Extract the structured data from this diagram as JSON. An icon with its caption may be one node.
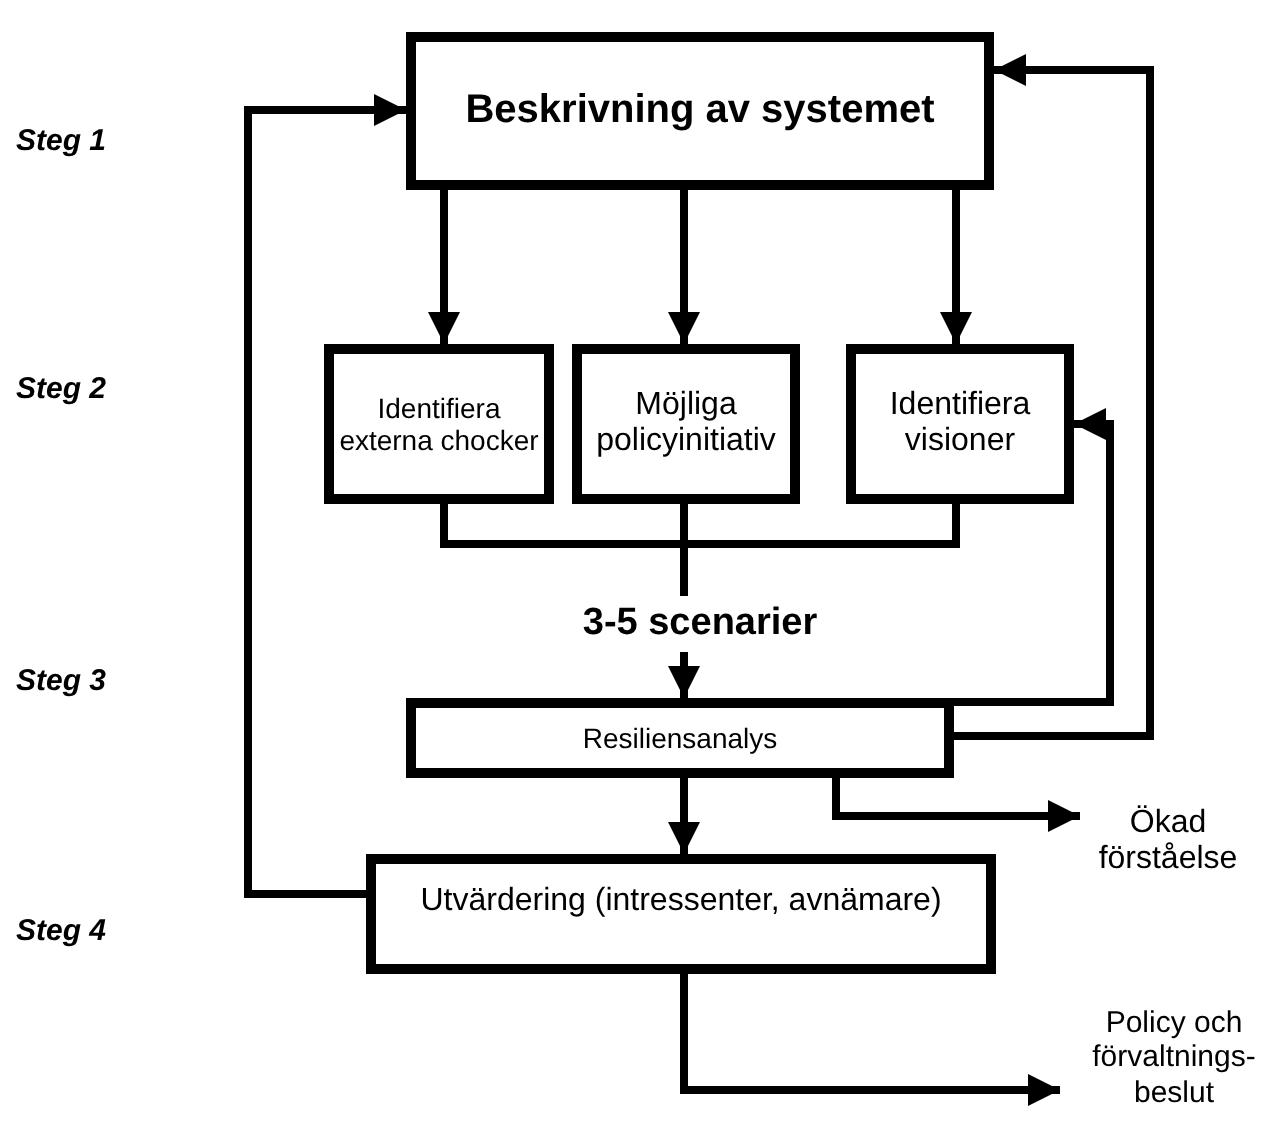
{
  "diagram": {
    "nodes": [
      {
        "text": [
          "Beskrivning av systemet"
        ]
      },
      {
        "text": [
          "Identifiera externa chocker"
        ]
      },
      {
        "text": [
          "Möjliga policyinitiativ"
        ]
      },
      {
        "text": [
          "Identifiera visioner"
        ]
      },
      {
        "text": [
          "3-5 scenarier"
        ]
      },
      {
        "text": [
          "Resiliensanalys"
        ]
      },
      {
        "text": [
          "Utvärdering (intressenter, avnämare)"
        ]
      },
      {
        "text": [
          "Ökad förståelse"
        ]
      },
      {
        "text": [
          "Policy och förvaltnings-beslut"
        ]
      }
    ],
    "edges": [
      {
        "from": 0,
        "to": 1,
        "arrow": "to"
      },
      {
        "from": 0,
        "to": 2,
        "arrow": "to"
      },
      {
        "from": 0,
        "to": 3,
        "arrow": "to"
      },
      {
        "from": 1,
        "to": 4,
        "arrow": "none"
      },
      {
        "from": 2,
        "to": 4,
        "arrow": "none"
      },
      {
        "from": 3,
        "to": 4,
        "arrow": "none"
      },
      {
        "from": 4,
        "to": 5,
        "arrow": "to"
      },
      {
        "from": 5,
        "to": 6,
        "arrow": "to"
      },
      {
        "from": 5,
        "to": 3,
        "arrow": "to"
      },
      {
        "from": 5,
        "to": 0,
        "arrow": "to"
      },
      {
        "from": 5,
        "to": 7,
        "arrow": "to"
      },
      {
        "from": 6,
        "to": 0,
        "arrow": "to"
      },
      {
        "from": 6,
        "to": 8,
        "arrow": "to"
      }
    ],
    "labels": [
      "Steg 1",
      "Steg 2",
      "Steg 3",
      "Steg 4"
    ]
  }
}
